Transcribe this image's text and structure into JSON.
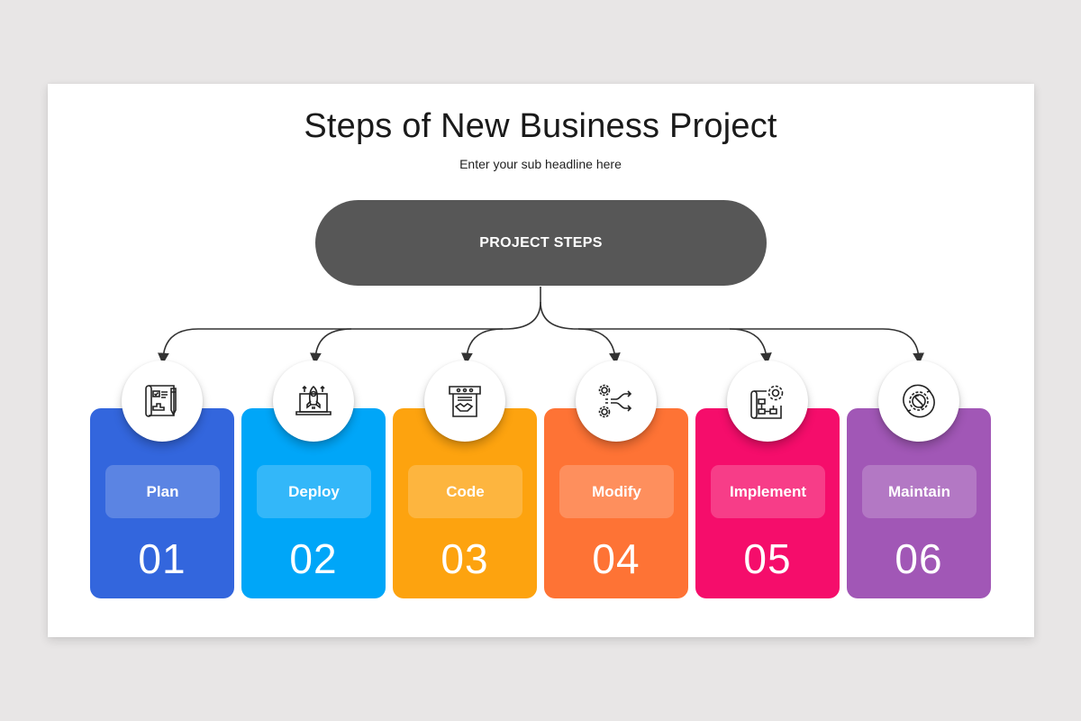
{
  "header": {
    "title": "Steps of New Business Project",
    "subtitle": "Enter your sub headline here"
  },
  "hub": {
    "label": "PROJECT STEPS",
    "color": "#575757"
  },
  "steps": [
    {
      "label": "Plan",
      "number": "01",
      "color": "#3366dd",
      "icon": "blueprint-icon"
    },
    {
      "label": "Deploy",
      "number": "02",
      "color": "#00a6f8",
      "icon": "rocket-laptop-icon"
    },
    {
      "label": "Code",
      "number": "03",
      "color": "#fda30f",
      "icon": "contract-handshake-icon"
    },
    {
      "label": "Modify",
      "number": "04",
      "color": "#fe7335",
      "icon": "gears-shuffle-icon"
    },
    {
      "label": "Implement",
      "number": "05",
      "color": "#f50d6b",
      "icon": "flowchart-gear-icon"
    },
    {
      "label": "Maintain",
      "number": "06",
      "color": "#a157b6",
      "icon": "maintenance-cycle-icon"
    }
  ]
}
